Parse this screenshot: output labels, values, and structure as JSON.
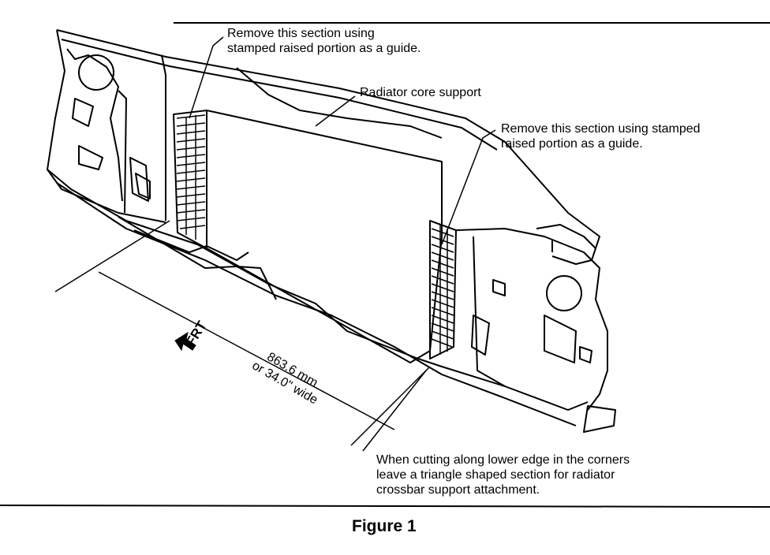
{
  "labels": {
    "remove_left_line1": "Remove this section using",
    "remove_left_line2": "stamped raised portion as a guide.",
    "radiator_core_support": "Radiator core support",
    "remove_right_line1": "Remove this section using stamped",
    "remove_right_line2": "raised portion as a guide.",
    "dimension_line1": "863.6 mm",
    "dimension_line2": "or 34.0\" wide",
    "frt": "FRT",
    "note_line1": "When cutting along lower edge in the corners",
    "note_line2": "leave a triangle shaped section for radiator",
    "note_line3": "crossbar support attachment."
  },
  "caption": "Figure 1"
}
